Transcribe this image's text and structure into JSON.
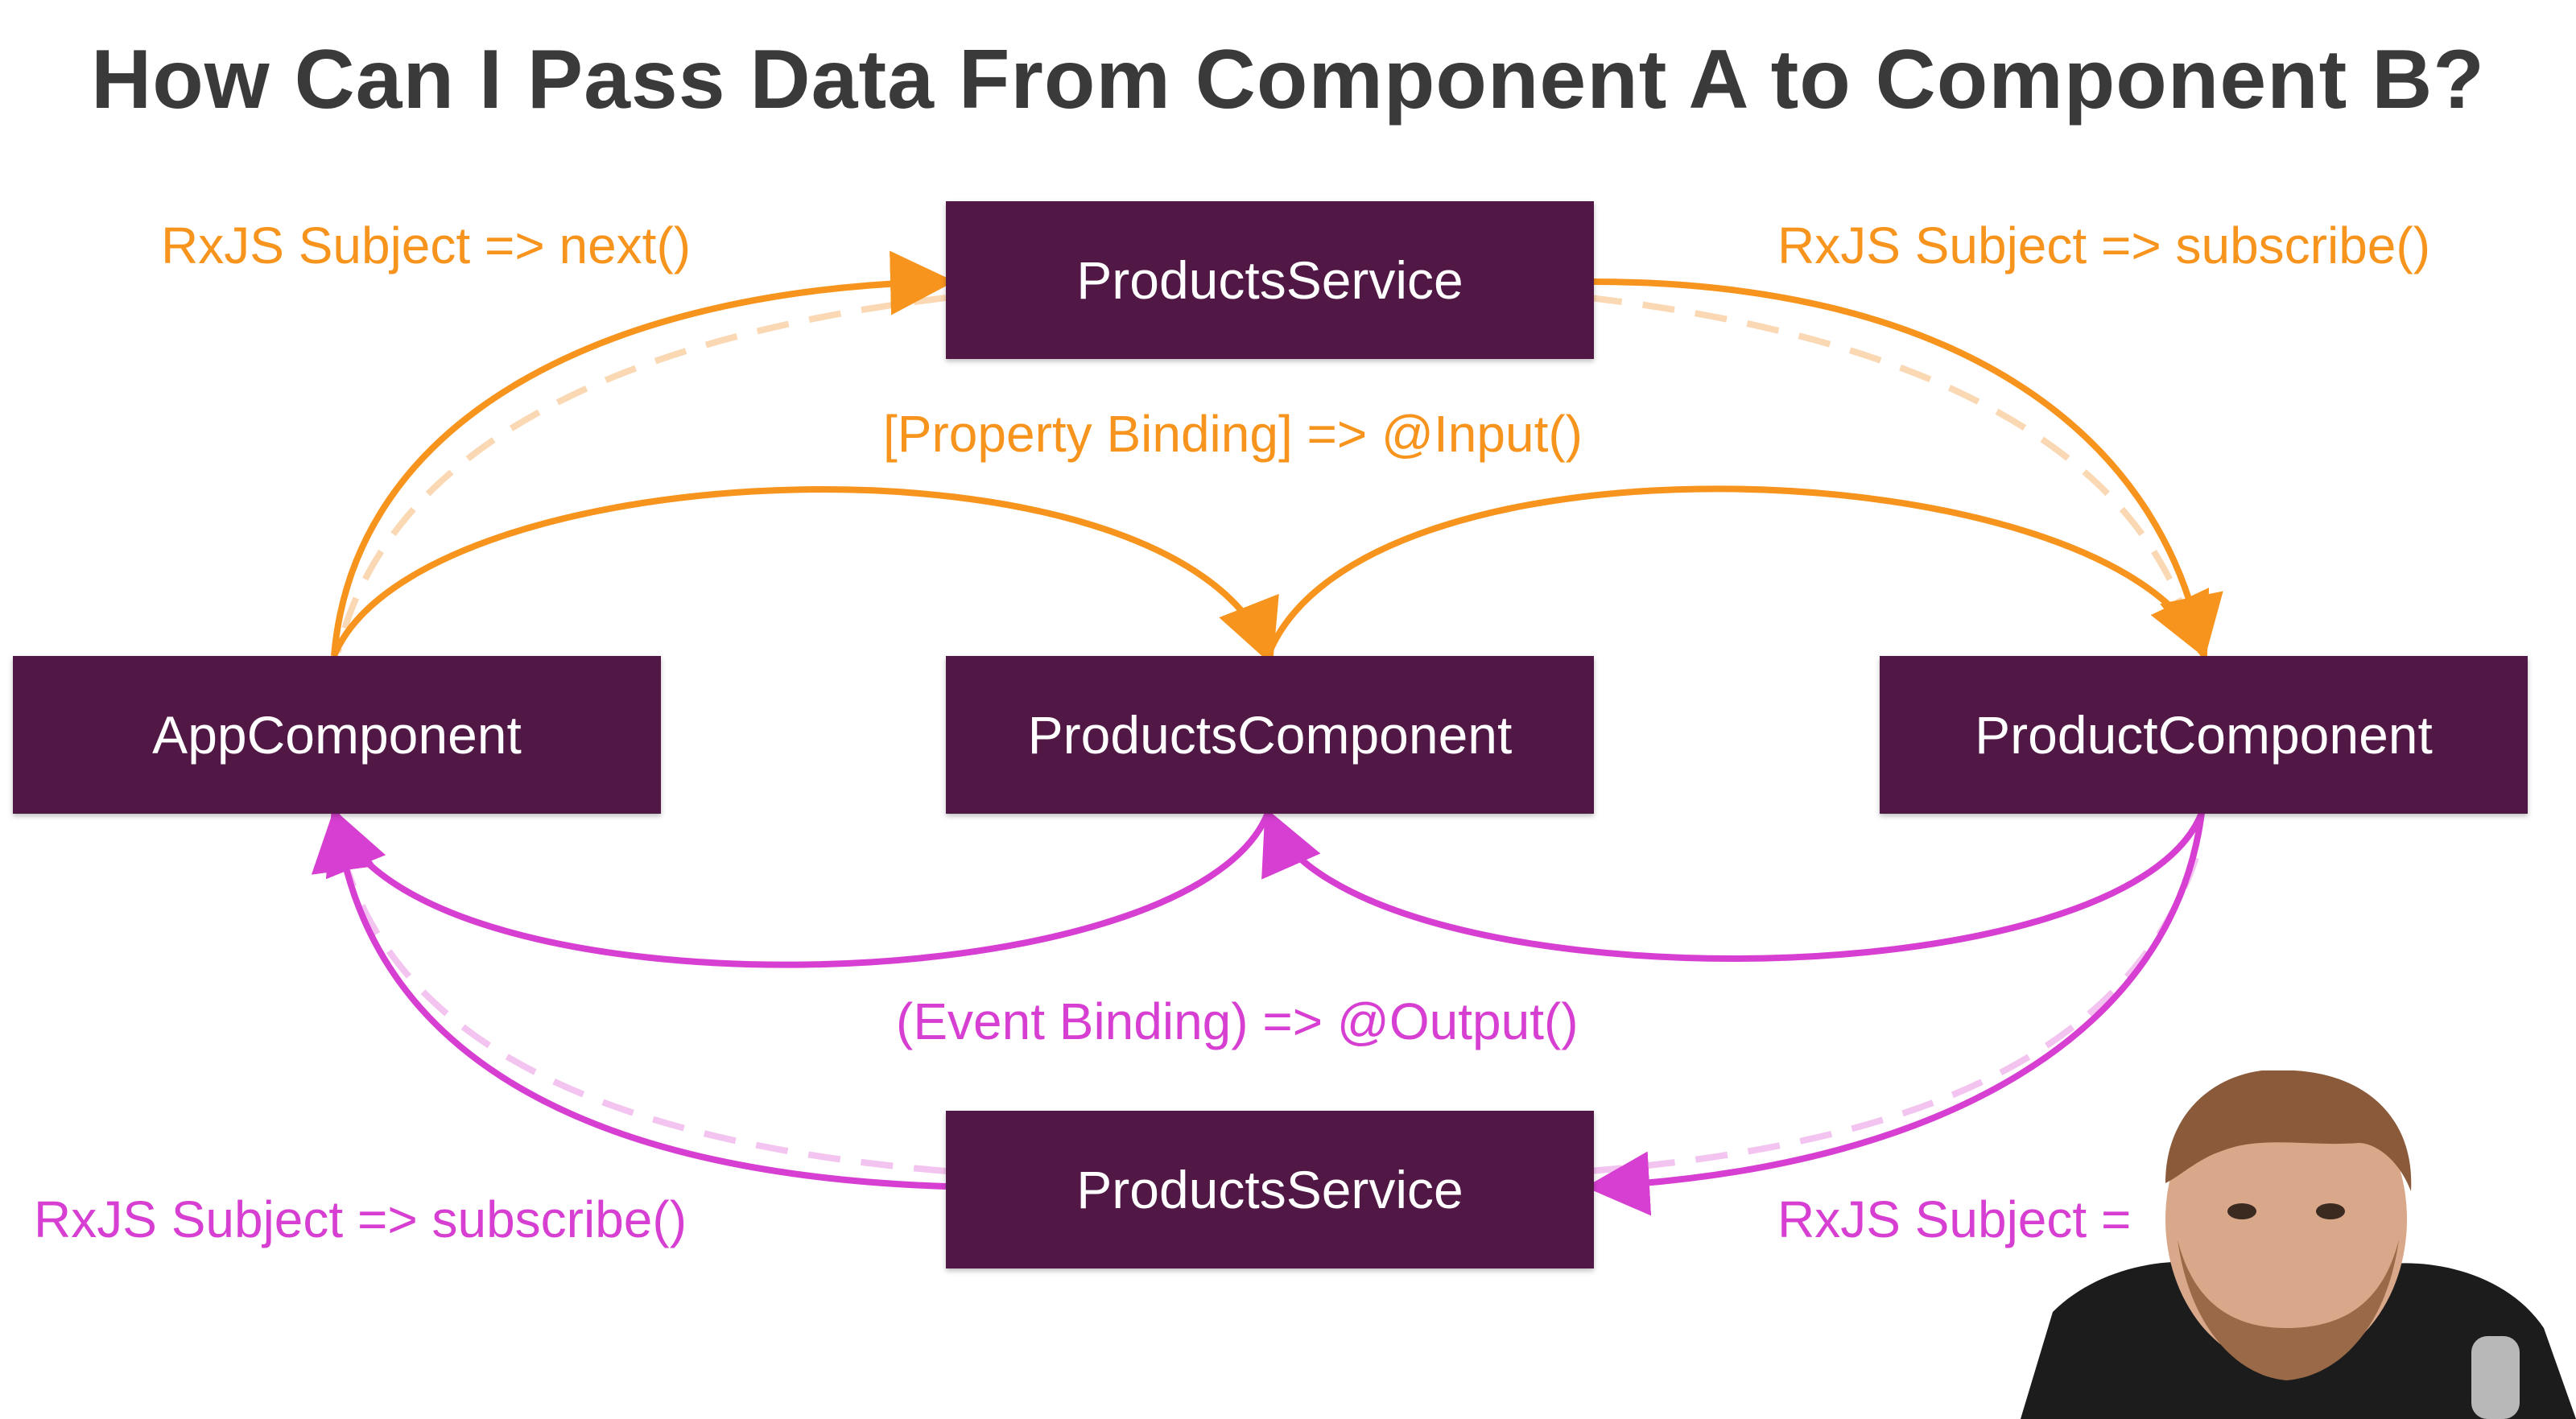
{
  "slide": {
    "title": "How Can I Pass Data From Component A to Component B?"
  },
  "boxes": {
    "service_top": "ProductsService",
    "app": "AppComponent",
    "products": "ProductsComponent",
    "product": "ProductComponent",
    "service_bottom": "ProductsService"
  },
  "labels": {
    "next_top_left": "RxJS Subject => next()",
    "subscribe_top_right": "RxJS Subject => subscribe()",
    "property_binding": "[Property Binding] => @Input()",
    "event_binding": "(Event Binding) => @Output()",
    "subscribe_bottom_left": "RxJS Subject => subscribe()",
    "bottom_right_partial": "RxJS Subject ="
  },
  "colors": {
    "box_fill": "#511845",
    "input_flow": "#f7941d",
    "output_flow": "#d63fd1",
    "title_text": "#3a3a3a"
  }
}
